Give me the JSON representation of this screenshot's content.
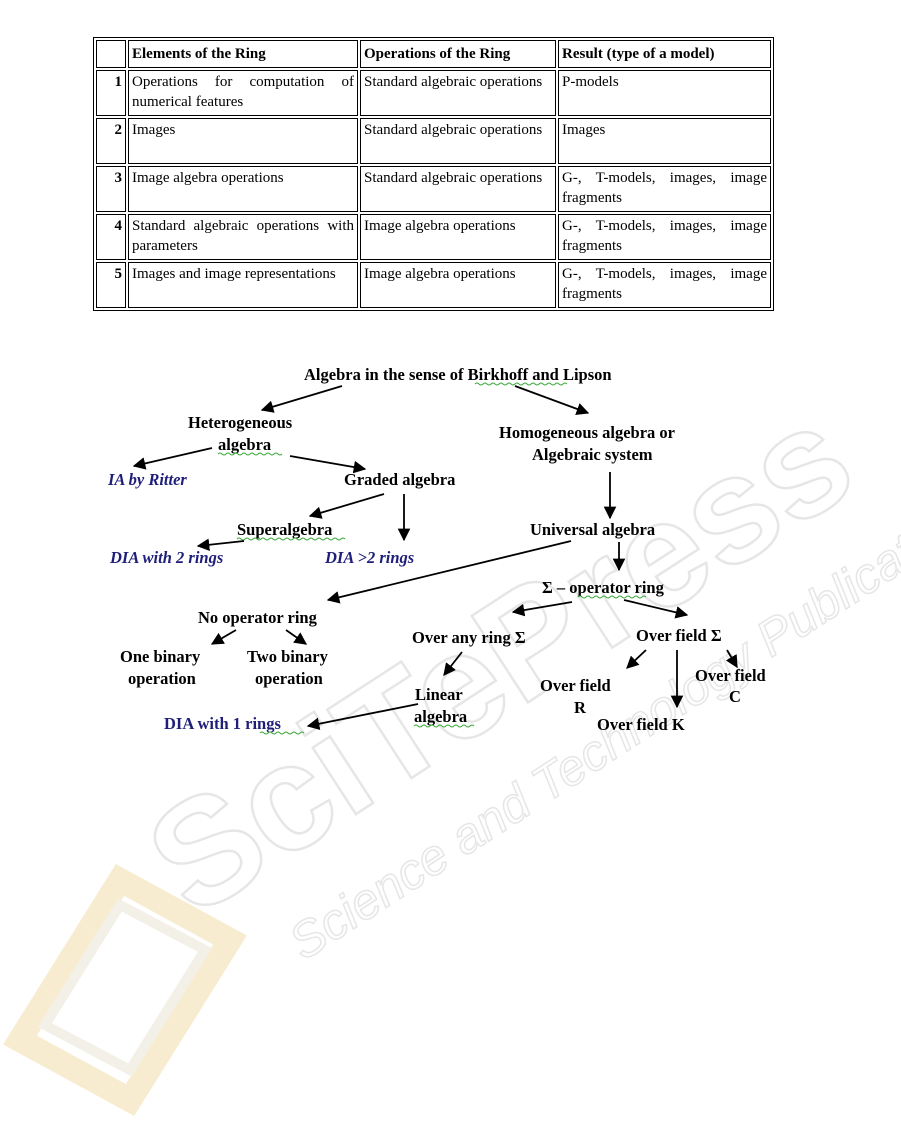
{
  "table": {
    "headers": [
      "",
      "Elements of the Ring",
      "Operations of the Ring",
      "Result (type of a model)"
    ],
    "rows": [
      {
        "num": "1",
        "elements": "Operations for computation of numerical features",
        "operations": "Standard algebraic operations",
        "result": "P-models"
      },
      {
        "num": "2",
        "elements": "Images",
        "operations": "Standard algebraic operations",
        "result": "Images"
      },
      {
        "num": "3",
        "elements": "Image algebra operations",
        "operations": "Standard algebraic operations",
        "result": "G-, T-models, images, image fragments"
      },
      {
        "num": "4",
        "elements": "Standard algebraic operations with parameters",
        "operations": "Image algebra operations",
        "result": "G-, T-models, images, image fragments"
      },
      {
        "num": "5",
        "elements": "Images and image representations",
        "operations": "Image algebra operations",
        "result": "G-, T-models, images, image fragments"
      }
    ]
  },
  "diagram": {
    "root": "Algebra in the sense of Birkhoff and Lipson",
    "heterogeneous_1": "Heterogeneous",
    "heterogeneous_2": "algebra",
    "homogeneous_1": "Homogeneous algebra or",
    "homogeneous_2": "Algebraic system",
    "ia_ritter": "IA by Ritter",
    "graded": "Graded algebra",
    "superalgebra": "Superalgebra",
    "universal": "Universal algebra",
    "dia_2": "DIA with 2 rings",
    "dia_gt2": "DIA >2 rings",
    "sigma_ring": "Σ – operator ring",
    "no_operator": "No operator ring",
    "over_any_ring": "Over any ring Σ",
    "over_field": "Over field Σ",
    "one_binary_1": "One binary",
    "one_binary_2": "operation",
    "two_binary_1": "Two binary",
    "two_binary_2": "operation",
    "linear_1": "Linear",
    "linear_2": "algebra",
    "over_field_r_1": "Over field",
    "over_field_r_2": "R",
    "over_field_c_1": "Over field",
    "over_field_c_2": "C",
    "over_field_k": "Over field K",
    "dia_1": "DIA with 1 rings"
  },
  "watermark": {
    "main": "SciTePress",
    "sub": "Science and Technology Publications"
  },
  "colors": {
    "accent_blue": "#1f1f7a",
    "spellcheck_green": "#3aa83a",
    "watermark_gray": "#e6e6e6"
  }
}
